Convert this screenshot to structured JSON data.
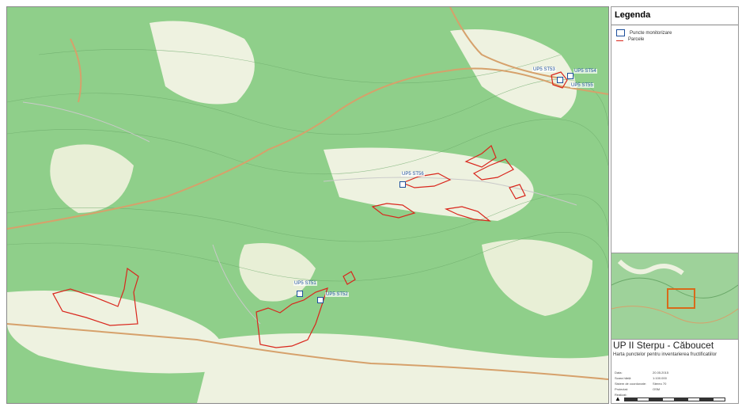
{
  "legend": {
    "title": "Legenda",
    "items": [
      {
        "label": "Puncte monitorizare",
        "icon": "monitoring-point-icon"
      },
      {
        "label": "Parcele",
        "icon": "parcel-line-icon"
      }
    ]
  },
  "map": {
    "points": [
      {
        "label": "UP5 ST53"
      },
      {
        "label": "UP5 ST54"
      },
      {
        "label": "UP5 ST55"
      },
      {
        "label": "UP5 ST56"
      },
      {
        "label": "UP5 ST51"
      },
      {
        "label": "UP5 ST52"
      }
    ],
    "colors": {
      "forest": "#8fcf8a",
      "open_land": "#f1f3e6",
      "parcel": "#d9261c",
      "road": "#d6a16b",
      "point": "#1d4f9c"
    }
  },
  "panel": {
    "title": "UP II Sterpu - Căboucet",
    "subtitle": "Harta punctelor pentru inventarierea fructificatiilor",
    "meta": [
      {
        "key": "Data:",
        "value": "20.05.2015"
      },
      {
        "key": "Scara hărții:",
        "value": "1:100.000"
      },
      {
        "key": "Sistem de coordonate:",
        "value": "Stereo 70"
      },
      {
        "key": "Proiectat:",
        "value": "OSM"
      },
      {
        "key": "Realizat:",
        "value": ""
      }
    ],
    "north_arrow": "▲"
  }
}
